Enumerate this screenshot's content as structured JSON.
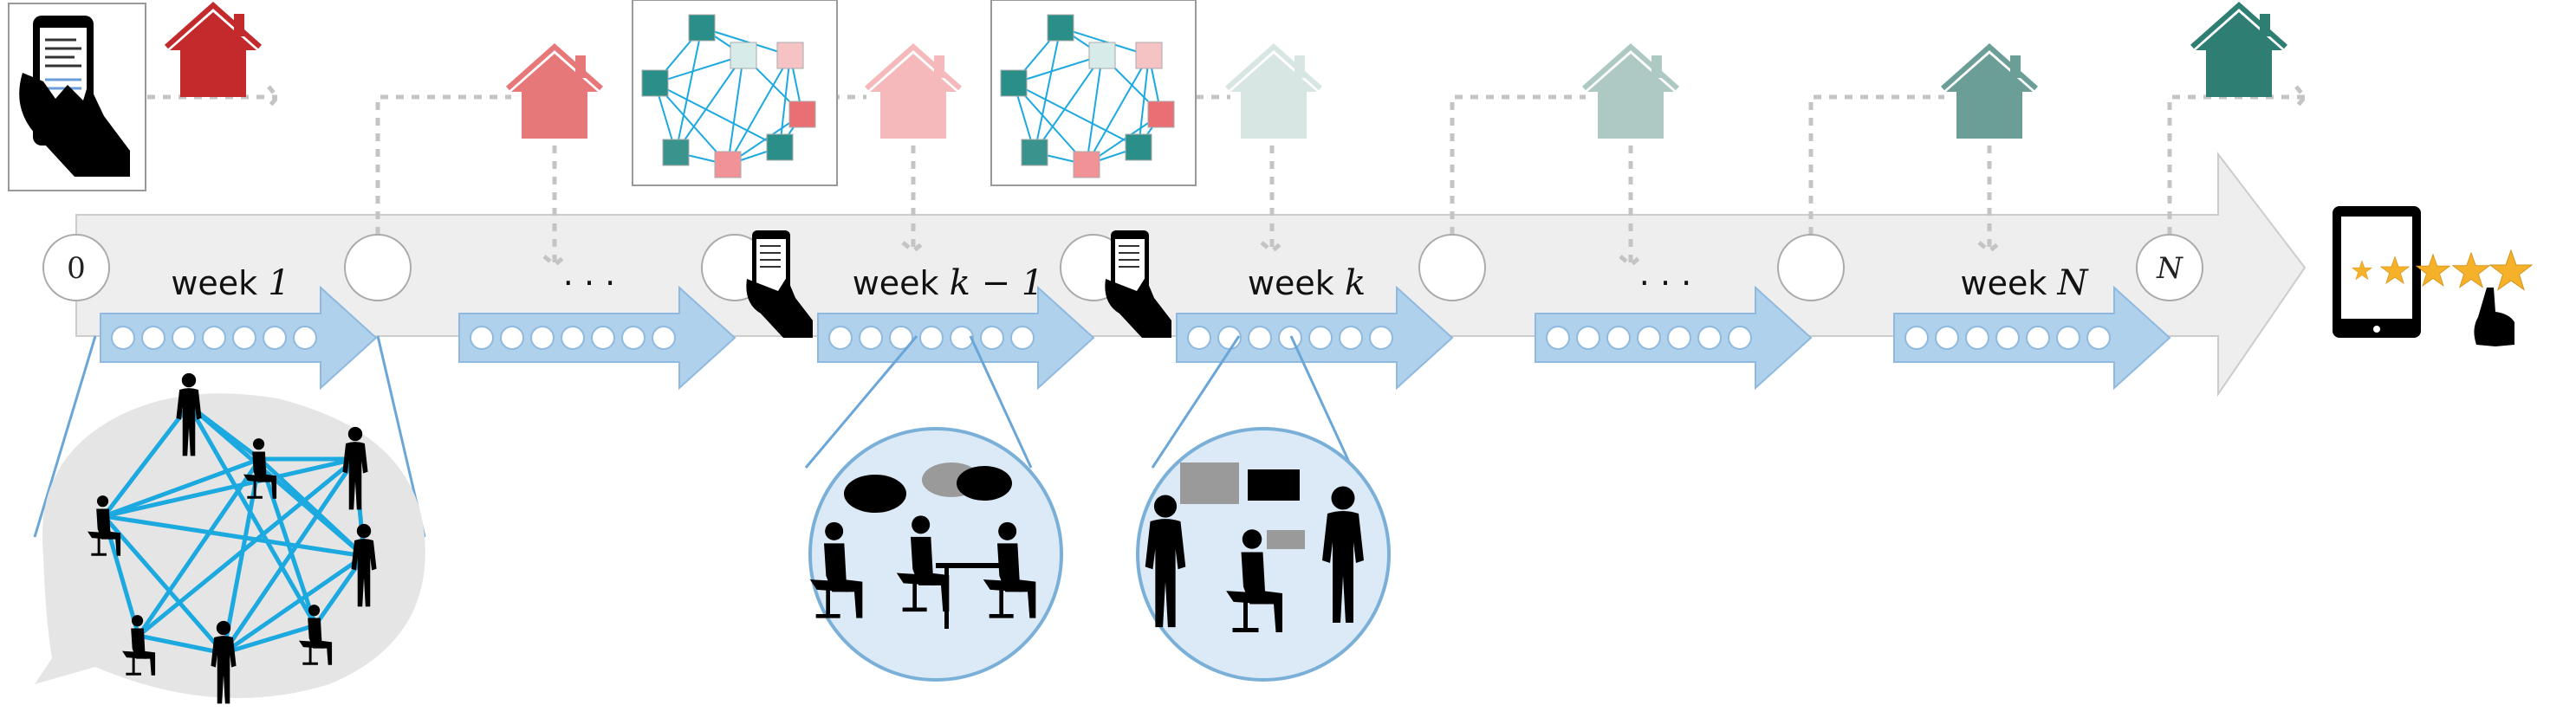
{
  "timeline": {
    "start_label": "0",
    "end_label": "N",
    "weeks": [
      {
        "text": "week",
        "math": "1"
      },
      {
        "text": "",
        "math": "· · ·"
      },
      {
        "text": "week",
        "math": "k − 1"
      },
      {
        "text": "week",
        "math": "k"
      },
      {
        "text": "",
        "math": "· · ·"
      },
      {
        "text": "week",
        "math": "N"
      }
    ]
  },
  "colors": {
    "timeline_arrow": "#eeeeee",
    "week_arrow": "#b0d1ec",
    "network_edge": "#1ca9e0",
    "houses": [
      "#c22a2c",
      "#e7787a",
      "#f5b9bb",
      "#d8e6e3",
      "#aec9c3",
      "#6a9e96",
      "#2f7e74"
    ]
  },
  "icons": {
    "house": "house-icon",
    "phone": "smartphone-icon",
    "tablet": "tablet-icon",
    "star": "star-icon",
    "network": "network-graph-icon",
    "people": "people-silhouettes"
  },
  "rating": {
    "stars": 5
  }
}
